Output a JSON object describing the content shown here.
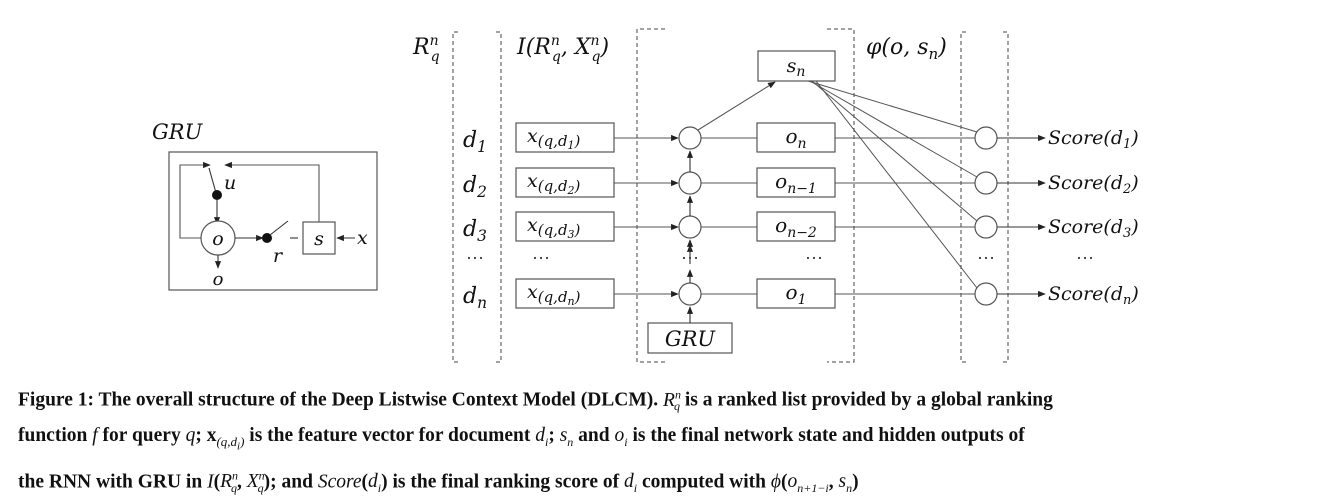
{
  "gru_panel": {
    "title": "GRU",
    "state_node": "o",
    "output_label": "o",
    "update_gate_label": "u",
    "reset_gate_label": "r",
    "state_box": "s",
    "input_label": "x"
  },
  "columns": {
    "ranked_list_label": "R_q^n",
    "input_label": "I(R_q^n, X_q^n)",
    "scoring_label": "φ(o, s_n)"
  },
  "documents": [
    "d_1",
    "d_2",
    "d_3",
    "…",
    "d_n"
  ],
  "feature_vectors": [
    "x_(q,d_1)",
    "x_(q,d_2)",
    "x_(q,d_3)",
    "…",
    "x_(q,d_n)"
  ],
  "final_state": "s_n",
  "hidden_outputs": [
    "o_n",
    "o_{n-1}",
    "o_{n-2}",
    "…",
    "o_1"
  ],
  "gru_box_label": "GRU",
  "scores": [
    "Score(d_1)",
    "Score(d_2)",
    "Score(d_3)",
    "…",
    "Score(d_n)"
  ],
  "caption": {
    "figure_label": "Figure 1:",
    "text": "The overall structure of the Deep Listwise Context Model (DLCM). R_q^n is a ranked list provided by a global ranking function f for query q; x_(q,d_i) is the feature vector for document d_i; s_n and o_i is the final network state and hidden outputs of the RNN with GRU in I(R_q^n, X_q^n); and Score(d_i) is the final ranking score of d_i computed with φ(o_{n+1-i}, s_n)"
  },
  "colors": {
    "line": "#555555",
    "text": "#111111",
    "dashed": "#444444"
  }
}
